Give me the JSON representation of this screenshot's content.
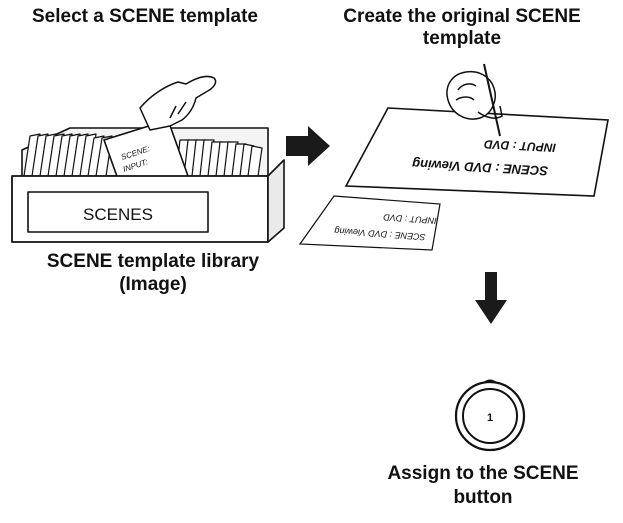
{
  "headings": {
    "left": "Select a SCENE template",
    "right_line1": "Create the original SCENE",
    "right_line2": "template"
  },
  "library": {
    "box_label": "SCENES",
    "card_scene": "SCENE:",
    "card_input": "INPUT:",
    "caption_line1": "SCENE template library",
    "caption_line2": "(Image)"
  },
  "templates": {
    "large_scene": "SCENE : DVD Viewing",
    "large_input": "INPUT : DVD",
    "small_scene": "SCENE : DVD Viewing",
    "small_input": "INPUT : DVD"
  },
  "scene_button": {
    "number": "1",
    "caption_line1": "Assign to the SCENE",
    "caption_line2": "button"
  },
  "colors": {
    "ink": "#111111",
    "arrow": "#1a1a1a",
    "background": "#ffffff"
  }
}
